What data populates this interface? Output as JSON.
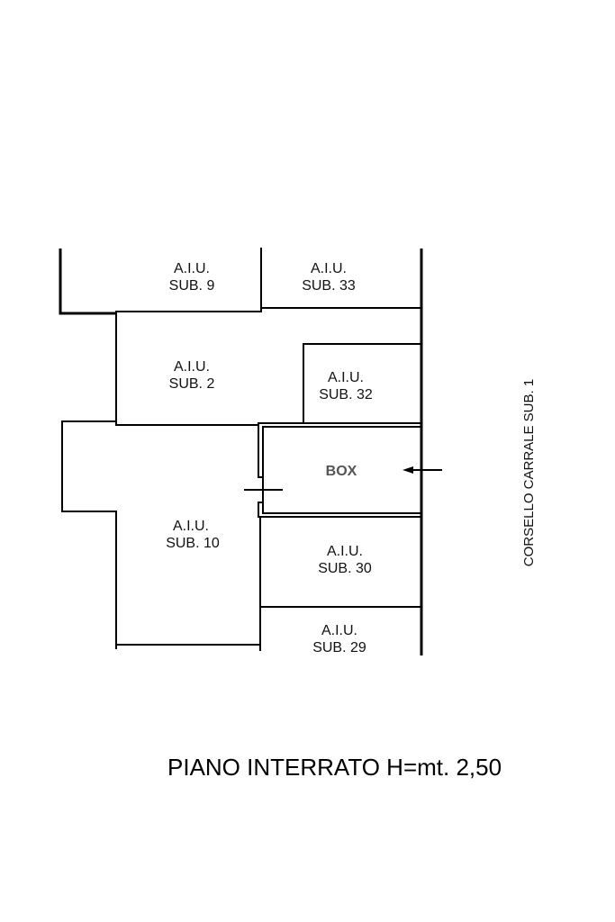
{
  "plan": {
    "units": [
      {
        "id": "sub9",
        "line1": "A.I.U.",
        "line2": "SUB. 9"
      },
      {
        "id": "sub33",
        "line1": "A.I.U.",
        "line2": "SUB. 33"
      },
      {
        "id": "sub2",
        "line1": "A.I.U.",
        "line2": "SUB. 2"
      },
      {
        "id": "sub32",
        "line1": "A.I.U.",
        "line2": "SUB. 32"
      },
      {
        "id": "sub10",
        "line1": "A.I.U.",
        "line2": "SUB. 10"
      },
      {
        "id": "sub30",
        "line1": "A.I.U.",
        "line2": "SUB. 30"
      },
      {
        "id": "sub29",
        "line1": "A.I.U.",
        "line2": "SUB. 29"
      }
    ],
    "box_label": "BOX",
    "driveway_label": "CORSELLO CARRALE SUB. 1",
    "title": "PIANO INTERRATO H=mt. 2,50"
  }
}
